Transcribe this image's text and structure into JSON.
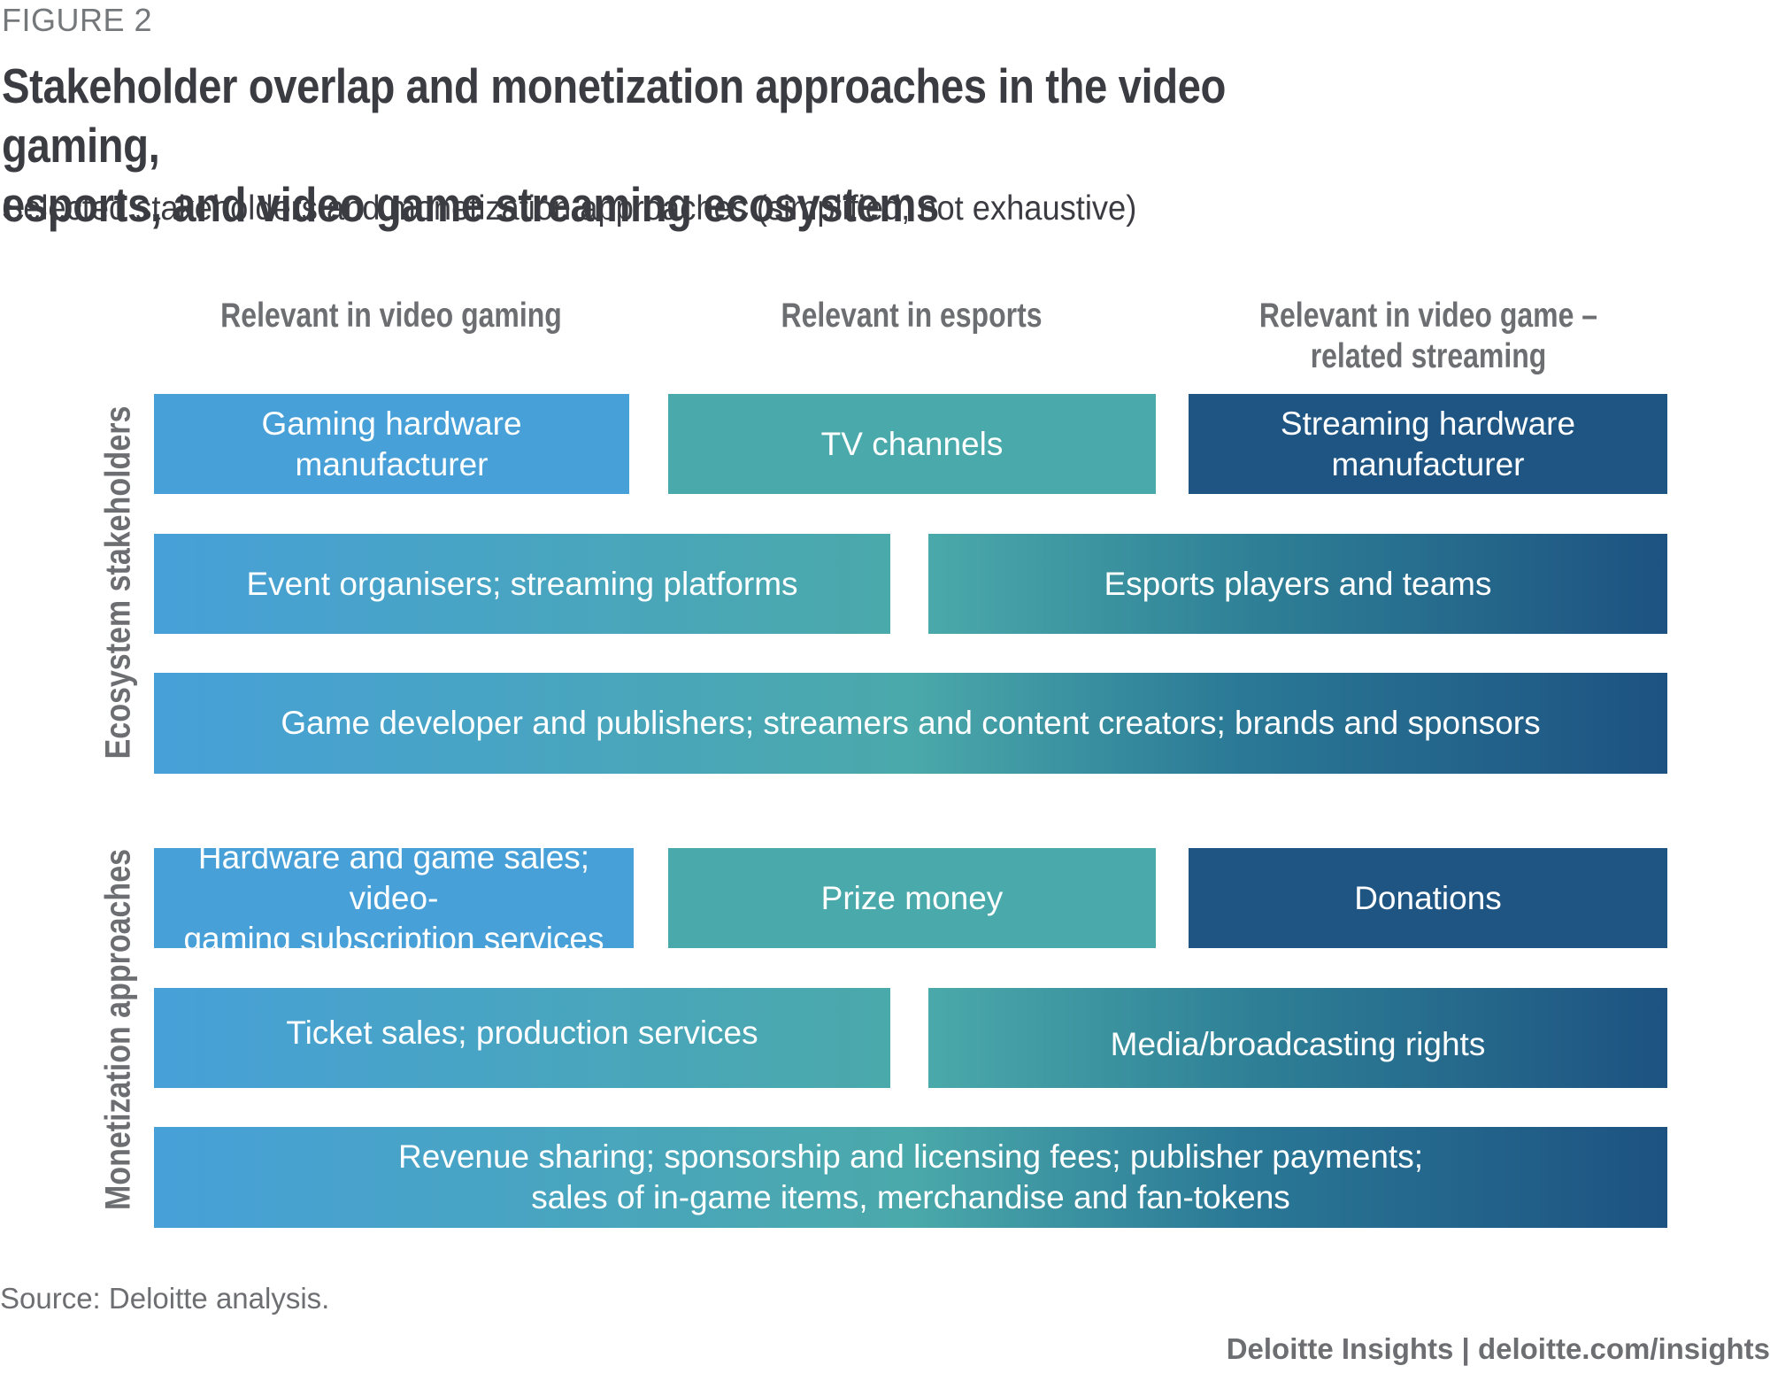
{
  "figure_label": "FIGURE 2",
  "title_line1": "Stakeholder overlap and monetization approaches in the video gaming,",
  "title_line2": "esports, and video game streaming ecosystems",
  "subtitle": "Selected stakeholders and monetization approaches (simplified, not exhaustive)",
  "columns": [
    {
      "line1": "Relevant in video gaming",
      "line2": ""
    },
    {
      "line1": "Relevant in esports",
      "line2": ""
    },
    {
      "line1": "Relevant in video game –",
      "line2": "related streaming"
    }
  ],
  "sections": {
    "stakeholders": {
      "label": "Ecosystem stakeholders",
      "rows": [
        [
          {
            "spans": [
              "video gaming"
            ],
            "line1": "Gaming hardware",
            "line2": "manufacturer",
            "color": "#47a0d8"
          },
          {
            "spans": [
              "esports"
            ],
            "line1": "TV channels",
            "line2": "",
            "color": "#4aa9aa"
          },
          {
            "spans": [
              "streaming"
            ],
            "line1": "Streaming hardware",
            "line2": "manufacturer",
            "color": "#1f5583"
          }
        ],
        [
          {
            "spans": [
              "video gaming",
              "esports"
            ],
            "line1": "Event organisers; streaming platforms",
            "line2": ""
          },
          {
            "spans": [
              "esports",
              "streaming"
            ],
            "line1": "Esports players and teams",
            "line2": ""
          }
        ],
        [
          {
            "spans": [
              "video gaming",
              "esports",
              "streaming"
            ],
            "line1": "Game developer and publishers; streamers and content creators; brands and sponsors",
            "line2": ""
          }
        ]
      ]
    },
    "monetization": {
      "label": "Monetization approaches",
      "rows": [
        [
          {
            "spans": [
              "video gaming"
            ],
            "line1": "Hardware and game sales; video-",
            "line2": "gaming subscription services",
            "color": "#47a0d8"
          },
          {
            "spans": [
              "esports"
            ],
            "line1": "Prize money",
            "line2": "",
            "color": "#4aa9aa"
          },
          {
            "spans": [
              "streaming"
            ],
            "line1": "Donations",
            "line2": "",
            "color": "#1f5583"
          }
        ],
        [
          {
            "spans": [
              "video gaming",
              "esports"
            ],
            "line1": "Ticket sales; production services",
            "line2": ""
          },
          {
            "spans": [
              "esports",
              "streaming"
            ],
            "line1": "Media/broadcasting rights",
            "line2": ""
          }
        ],
        [
          {
            "spans": [
              "video gaming",
              "esports",
              "streaming"
            ],
            "line1": "Revenue sharing; sponsorship and licensing fees; publisher payments;",
            "line2": "sales of in-game items, merchandise and fan-tokens"
          }
        ]
      ]
    }
  },
  "colors": {
    "video_gaming": "#47a0d8",
    "esports": "#4aa9aa",
    "streaming": "#1f5583",
    "title_text": "#3b3b42",
    "muted_text": "#6d6e71"
  },
  "source": "Source: Deloitte analysis.",
  "footer": "Deloitte Insights | deloitte.com/insights"
}
